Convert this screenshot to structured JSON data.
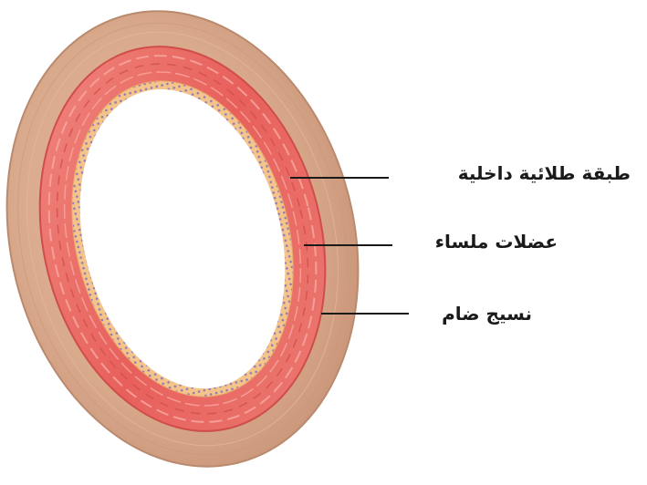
{
  "diagram": {
    "labels": {
      "inner_layer": "طبقة طلائية داخلية",
      "smooth_muscle": "عضلات ملساء",
      "connective_tissue": "نسيج ضام"
    },
    "colors": {
      "outer_tissue": "#d9a98c",
      "outer_tissue_edge": "#b98a6e",
      "muscle": "#ec7069",
      "muscle_dark": "#cf4d4a",
      "muscle_fiber": "#f7a7a0",
      "inner_lining": "#f4c48a",
      "inner_dots": "#8d7ab8",
      "lumen": "#ffffff",
      "leader_line": "#1a1a1a"
    }
  }
}
